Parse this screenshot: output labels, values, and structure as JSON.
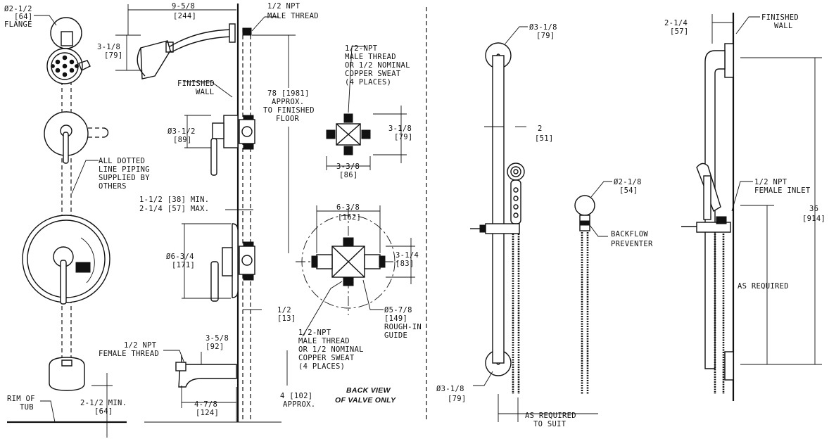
{
  "labels": {
    "flange_dia": "Ø2-1/2",
    "flange_mm": "[64]",
    "flange": "FLANGE",
    "arm_len": "9-5/8",
    "arm_len_mm": "[244]",
    "npt_male_top_1": "1/2 NPT",
    "npt_male_top_2": "MALE THREAD",
    "head_h": "3-1/8",
    "head_h_mm": "[79]",
    "finished_wall_1": "FINISHED",
    "finished_wall_2": "WALL",
    "height_1": "78 [1981]",
    "height_2": "APPROX.",
    "height_3": "TO FINISHED",
    "height_4": "FLOOR",
    "valve_small_dia": "Ø3-1/2",
    "valve_small_mm": "[89]",
    "dotted_1": "ALL DOTTED",
    "dotted_2": "LINE PIPING",
    "dotted_3": "SUPPLIED BY",
    "dotted_4": "OTHERS",
    "depth_1": "1-1/2 [38] MIN.",
    "depth_2": "2-1/4 [57] MAX.",
    "valve_big_dia": "Ø6-3/4",
    "valve_big_mm": "[171]",
    "half": "1/2",
    "half_mm": "[13]",
    "npt_fem_1": "1/2 NPT",
    "npt_fem_2": "FEMALE THREAD",
    "spout_h": "3-5/8",
    "spout_h_mm": "[92]",
    "spout_len": "4-7/8",
    "spout_len_mm": "[124]",
    "four_1": "4 [102]",
    "four_2": "APPROX.",
    "rim_1": "RIM OF",
    "rim_2": "TUB",
    "spout_min": "2-1/2 MIN.",
    "spout_min_mm": "[64]",
    "vt_1": "1/2-NPT",
    "vt_2": "MALE THREAD",
    "vt_3": "OR 1/2 NOMINAL",
    "vt_4": "COPPER SWEAT",
    "vt_5": "(4 PLACES)",
    "vt_h": "3-1/8",
    "vt_h_mm": "[79]",
    "vt_w": "3-3/8",
    "vt_w_mm": "[86]",
    "vb_w": "6-3/8",
    "vb_w_mm": "[162]",
    "vb_h": "3-1/4",
    "vb_h_mm": "[83]",
    "guide_1": "Ø5-7/8",
    "guide_2": "[149]",
    "guide_3": "ROUGH-IN",
    "guide_4": "GUIDE",
    "vbn_1": "1/2-NPT",
    "vbn_2": "MALE THREAD",
    "vbn_3": "OR 1/2 NOMINAL",
    "vbn_4": "COPPER SWEAT",
    "vbn_5": "(4 PLACES)",
    "back_1": "BACK VIEW",
    "back_2": "OF VALVE ONLY",
    "bar_top": "Ø3-1/8",
    "bar_top_mm": "[79]",
    "bar_off": "2",
    "bar_off_mm": "[51]",
    "bar_bot": "Ø3-1/8",
    "bar_bot_mm": "[79]",
    "suit_1": "AS REQUIRED",
    "suit_2": "TO SUIT",
    "bf_dia": "Ø2-1/8",
    "bf_mm": "[54]",
    "bf_1": "BACKFLOW",
    "bf_2": "PREVENTER",
    "fw2_dim": "2-1/4",
    "fw2_mm": "[57]",
    "fw2_1": "FINISHED",
    "fw2_2": "WALL",
    "inlet_1": "1/2 NPT",
    "inlet_2": "FEMALE INLET",
    "bar_len": "36",
    "bar_len_mm": "[914]",
    "as_req": "AS REQUIRED"
  }
}
